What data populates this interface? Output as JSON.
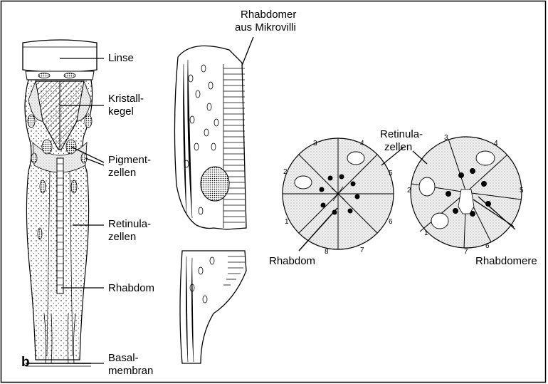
{
  "panel_letter": "b",
  "labels": {
    "linse": "Linse",
    "kristall_1": "Kristall-",
    "kristall_2": "kegel",
    "pigment_1": "Pigment-",
    "pigment_2": "zellen",
    "retinula_1": "Retinula-",
    "retinula_2": "zellen",
    "rhabdom": "Rhabdom",
    "basal_1": "Basal-",
    "basal_2": "membran",
    "rhabdomer_1": "Rhabdomer",
    "rhabdomer_2": "aus Mikrovilli",
    "cs_retinula_1": "Retinula-",
    "cs_retinula_2": "zellen",
    "cs_rhabdom": "Rhabdom",
    "cs_rhabdomere": "Rhabdomere"
  },
  "cell_numbers_left": [
    "1",
    "2",
    "3",
    "4",
    "5",
    "6",
    "7",
    "8"
  ],
  "cell_numbers_right": [
    "1",
    "2",
    "3",
    "4",
    "5",
    "6",
    "7"
  ],
  "colors": {
    "ink": "#000000",
    "background": "#ffffff"
  }
}
